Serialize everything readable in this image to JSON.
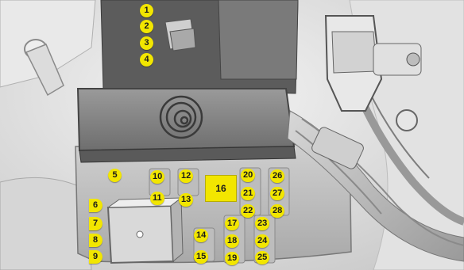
{
  "diagram": {
    "type": "fuse-box-location",
    "colors": {
      "marker": "#f2e600",
      "panel_dark": "#5a5a5a",
      "panel_light": "#b5b5b5",
      "background": "#e8e8e8"
    },
    "markers": [
      {
        "id": "1",
        "label": "1"
      },
      {
        "id": "2",
        "label": "2"
      },
      {
        "id": "3",
        "label": "3"
      },
      {
        "id": "4",
        "label": "4"
      },
      {
        "id": "5",
        "label": "5"
      },
      {
        "id": "6",
        "label": "6"
      },
      {
        "id": "7",
        "label": "7"
      },
      {
        "id": "8",
        "label": "8"
      },
      {
        "id": "9",
        "label": "9"
      },
      {
        "id": "10",
        "label": "10"
      },
      {
        "id": "11",
        "label": "11"
      },
      {
        "id": "12",
        "label": "12"
      },
      {
        "id": "13",
        "label": "13"
      },
      {
        "id": "14",
        "label": "14"
      },
      {
        "id": "15",
        "label": "15"
      },
      {
        "id": "16",
        "label": "16"
      },
      {
        "id": "17",
        "label": "17"
      },
      {
        "id": "18",
        "label": "18"
      },
      {
        "id": "19",
        "label": "19"
      },
      {
        "id": "20",
        "label": "20"
      },
      {
        "id": "21",
        "label": "21"
      },
      {
        "id": "22",
        "label": "22"
      },
      {
        "id": "23",
        "label": "23"
      },
      {
        "id": "24",
        "label": "24"
      },
      {
        "id": "25",
        "label": "25"
      },
      {
        "id": "26",
        "label": "26"
      },
      {
        "id": "27",
        "label": "27"
      },
      {
        "id": "28",
        "label": "28"
      }
    ]
  }
}
